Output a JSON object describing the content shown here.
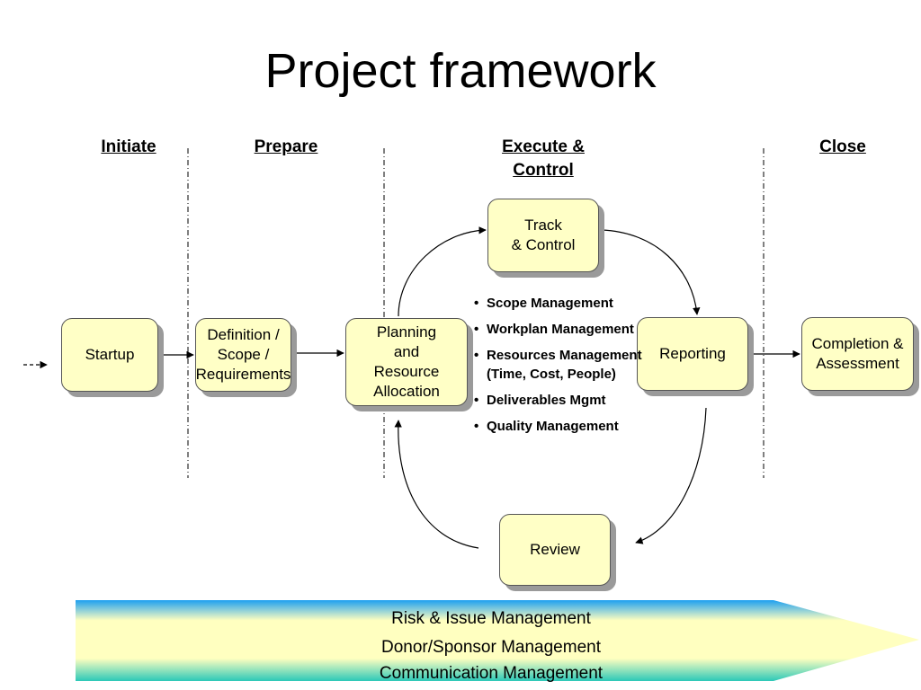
{
  "title": "Project framework",
  "phases": {
    "initiate": "Initiate",
    "prepare": "Prepare",
    "execute": "Execute &\nControl",
    "close": "Close"
  },
  "boxes": {
    "startup": "Startup",
    "definition": "Definition /\nScope /\nRequirements",
    "planning": "Planning\nand\nResource\nAllocation",
    "track": "Track\n& Control",
    "reporting": "Reporting",
    "review": "Review",
    "completion": "Completion &\nAssessment"
  },
  "bullets": [
    "Scope Management",
    "Workplan Management",
    "Resources Management (Time, Cost, People)",
    "Deliverables Mgmt",
    "Quality Management"
  ],
  "band": {
    "lines": [
      "Risk & Issue Management",
      "Donor/Sponsor Management",
      "Communication Management"
    ],
    "colors": {
      "top": "#1ea0f0",
      "middle": "#ffffc0",
      "bottom": "#2cc8b8"
    }
  },
  "colors": {
    "box_fill": "#ffffc6",
    "box_shadow": "#9a9a9a"
  }
}
